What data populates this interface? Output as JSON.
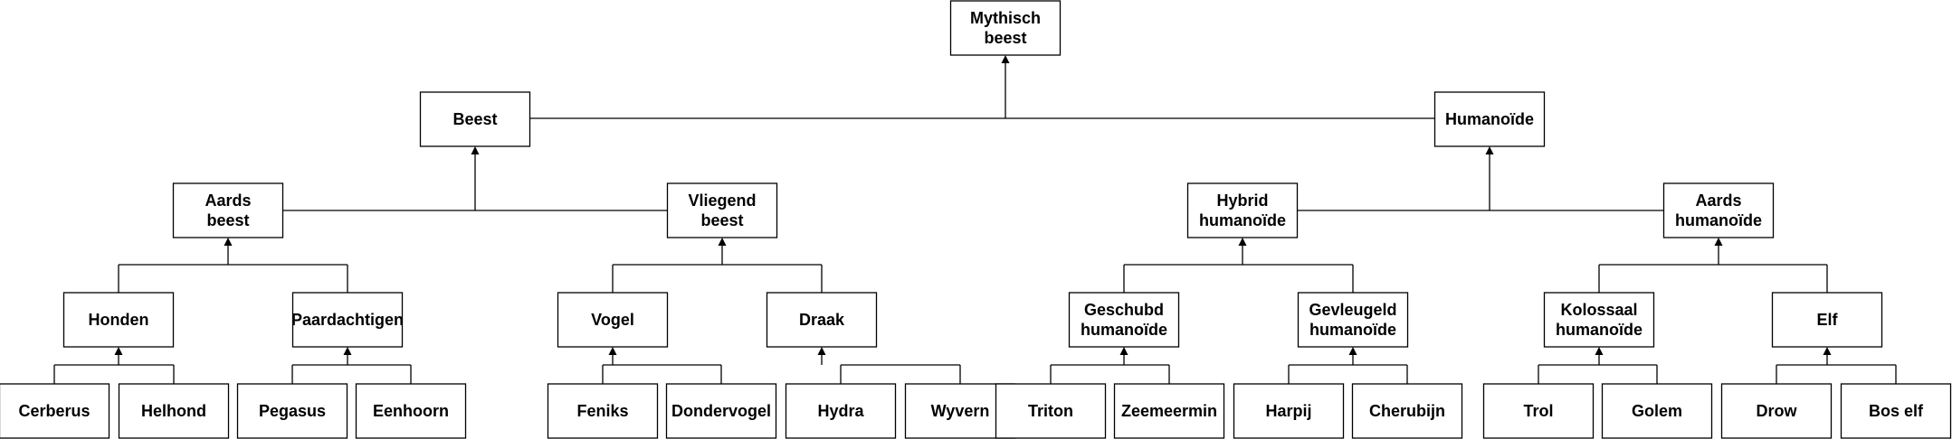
{
  "diagram": {
    "root": {
      "label": "Mythisch beest",
      "children": [
        {
          "label": "Beest",
          "children": [
            {
              "label": "Aards beest",
              "children": [
                {
                  "label": "Honden",
                  "children": [
                    {
                      "label": "Cerberus"
                    },
                    {
                      "label": "Helhond"
                    }
                  ]
                },
                {
                  "label": "Paardachtigen",
                  "children": [
                    {
                      "label": "Pegasus"
                    },
                    {
                      "label": "Eenhoorn"
                    }
                  ]
                }
              ]
            },
            {
              "label": "Vliegend beest",
              "children": [
                {
                  "label": "Vogel",
                  "children": [
                    {
                      "label": "Feniks"
                    },
                    {
                      "label": "Dondervogel"
                    }
                  ]
                },
                {
                  "label": "Draak",
                  "children": [
                    {
                      "label": "Hydra"
                    },
                    {
                      "label": "Wyvern"
                    }
                  ]
                }
              ]
            }
          ]
        },
        {
          "label": "Humanoïde",
          "children": [
            {
              "label": "Hybrid humanoïde",
              "children": [
                {
                  "label": "Geschubd humanoïde",
                  "children": [
                    {
                      "label": "Triton"
                    },
                    {
                      "label": "Zeemeermin"
                    }
                  ]
                },
                {
                  "label": "Gevleugeld humanoïde",
                  "children": [
                    {
                      "label": "Harpij"
                    },
                    {
                      "label": "Cherubijn"
                    }
                  ]
                }
              ]
            },
            {
              "label": "Aards humanoïde",
              "children": [
                {
                  "label": "Kolossaal humanoïde",
                  "children": [
                    {
                      "label": "Trol"
                    },
                    {
                      "label": "Golem"
                    }
                  ]
                },
                {
                  "label": "Elf",
                  "children": [
                    {
                      "label": "Drow"
                    },
                    {
                      "label": "Bos elf"
                    }
                  ]
                }
              ]
            }
          ]
        }
      ]
    }
  }
}
